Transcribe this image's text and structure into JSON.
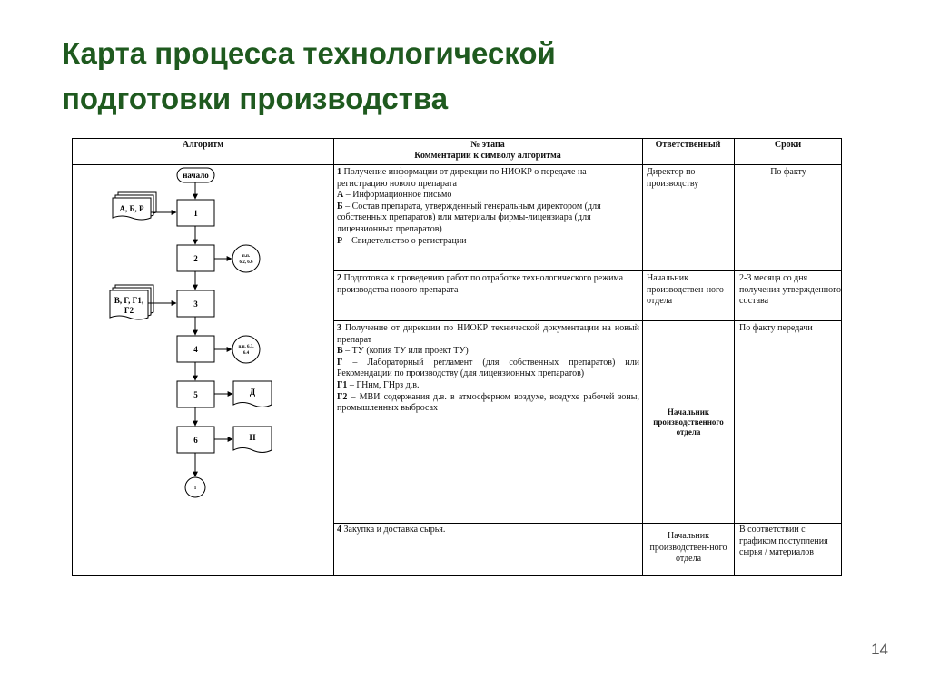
{
  "slide": {
    "title_line1": "Карта процесса технологической",
    "title_line2": "подготовки производства",
    "page_number": "14"
  },
  "table": {
    "headers": {
      "algorithm": "Алгоритм",
      "stage_line1": "№ этапа",
      "stage_line2": "Комментарии к символу алгоритма",
      "responsible": "Ответственный",
      "deadlines": "Сроки"
    },
    "rows": [
      {
        "stage_lines": [
          {
            "key": "1",
            "text": " Получение информации от дирекции по НИОКР о передаче на регистрацию нового препарата"
          },
          {
            "key": "А",
            "text": " – Информационное письмо"
          },
          {
            "key": "Б",
            "text": " – Состав препарата, утвержденный генеральным директором (для собственных препаратов) или материалы фирмы-лицензиара (для лицензионных препаратов)"
          },
          {
            "key": "Р",
            "text": " – Свидетельство о регистрации"
          }
        ],
        "responsible": "Директор по производству",
        "deadline": "По факту"
      },
      {
        "stage_lines": [
          {
            "key": "2",
            "text": " Подготовка к проведению работ по отработке технологического режима производства нового препарата"
          }
        ],
        "responsible": "Начальник производствен-ного отдела",
        "deadline": "2-3 месяца со дня получения утвержденного состава"
      },
      {
        "stage_lines": [
          {
            "key": "3",
            "text": " Получение от дирекции по НИОКР технической документации на новый препарат"
          },
          {
            "key": "В",
            "text": " – ТУ (копия ТУ или проект ТУ)"
          },
          {
            "key": "Г",
            "text": " – Лабораторный регламент (для собственных препаратов) или Рекомендации по производству (для лицензионных препаратов)"
          },
          {
            "key": "Г1",
            "text": " – ГНнм, ГНрз д.в."
          },
          {
            "key": "Г2",
            "text": " – МВИ содержания д.в. в атмосферном воздухе, воздухе рабочей зоны, промышленных выбросах"
          }
        ],
        "responsible": "Начальник производственного отдела",
        "deadline": "По факту передачи"
      },
      {
        "stage_lines": [
          {
            "key": "4",
            "text": " Закупка и доставка сырья."
          }
        ],
        "responsible": "Начальник производствен-ного отдела",
        "deadline": "В соответствии с графиком поступления сырья / материалов"
      }
    ]
  },
  "flowchart": {
    "start_label": "начало",
    "steps": [
      "1",
      "2",
      "3",
      "4",
      "5",
      "6"
    ],
    "inputs": [
      "А, Б, Р",
      "В, Г, Г1,",
      "Г2"
    ],
    "refs_2": [
      "п.п.",
      "6.2, 6.6"
    ],
    "refs_4": [
      "п.п. 6.3,",
      "6.4"
    ],
    "outputs": [
      "Д",
      "Н"
    ],
    "end_connector": "1"
  }
}
